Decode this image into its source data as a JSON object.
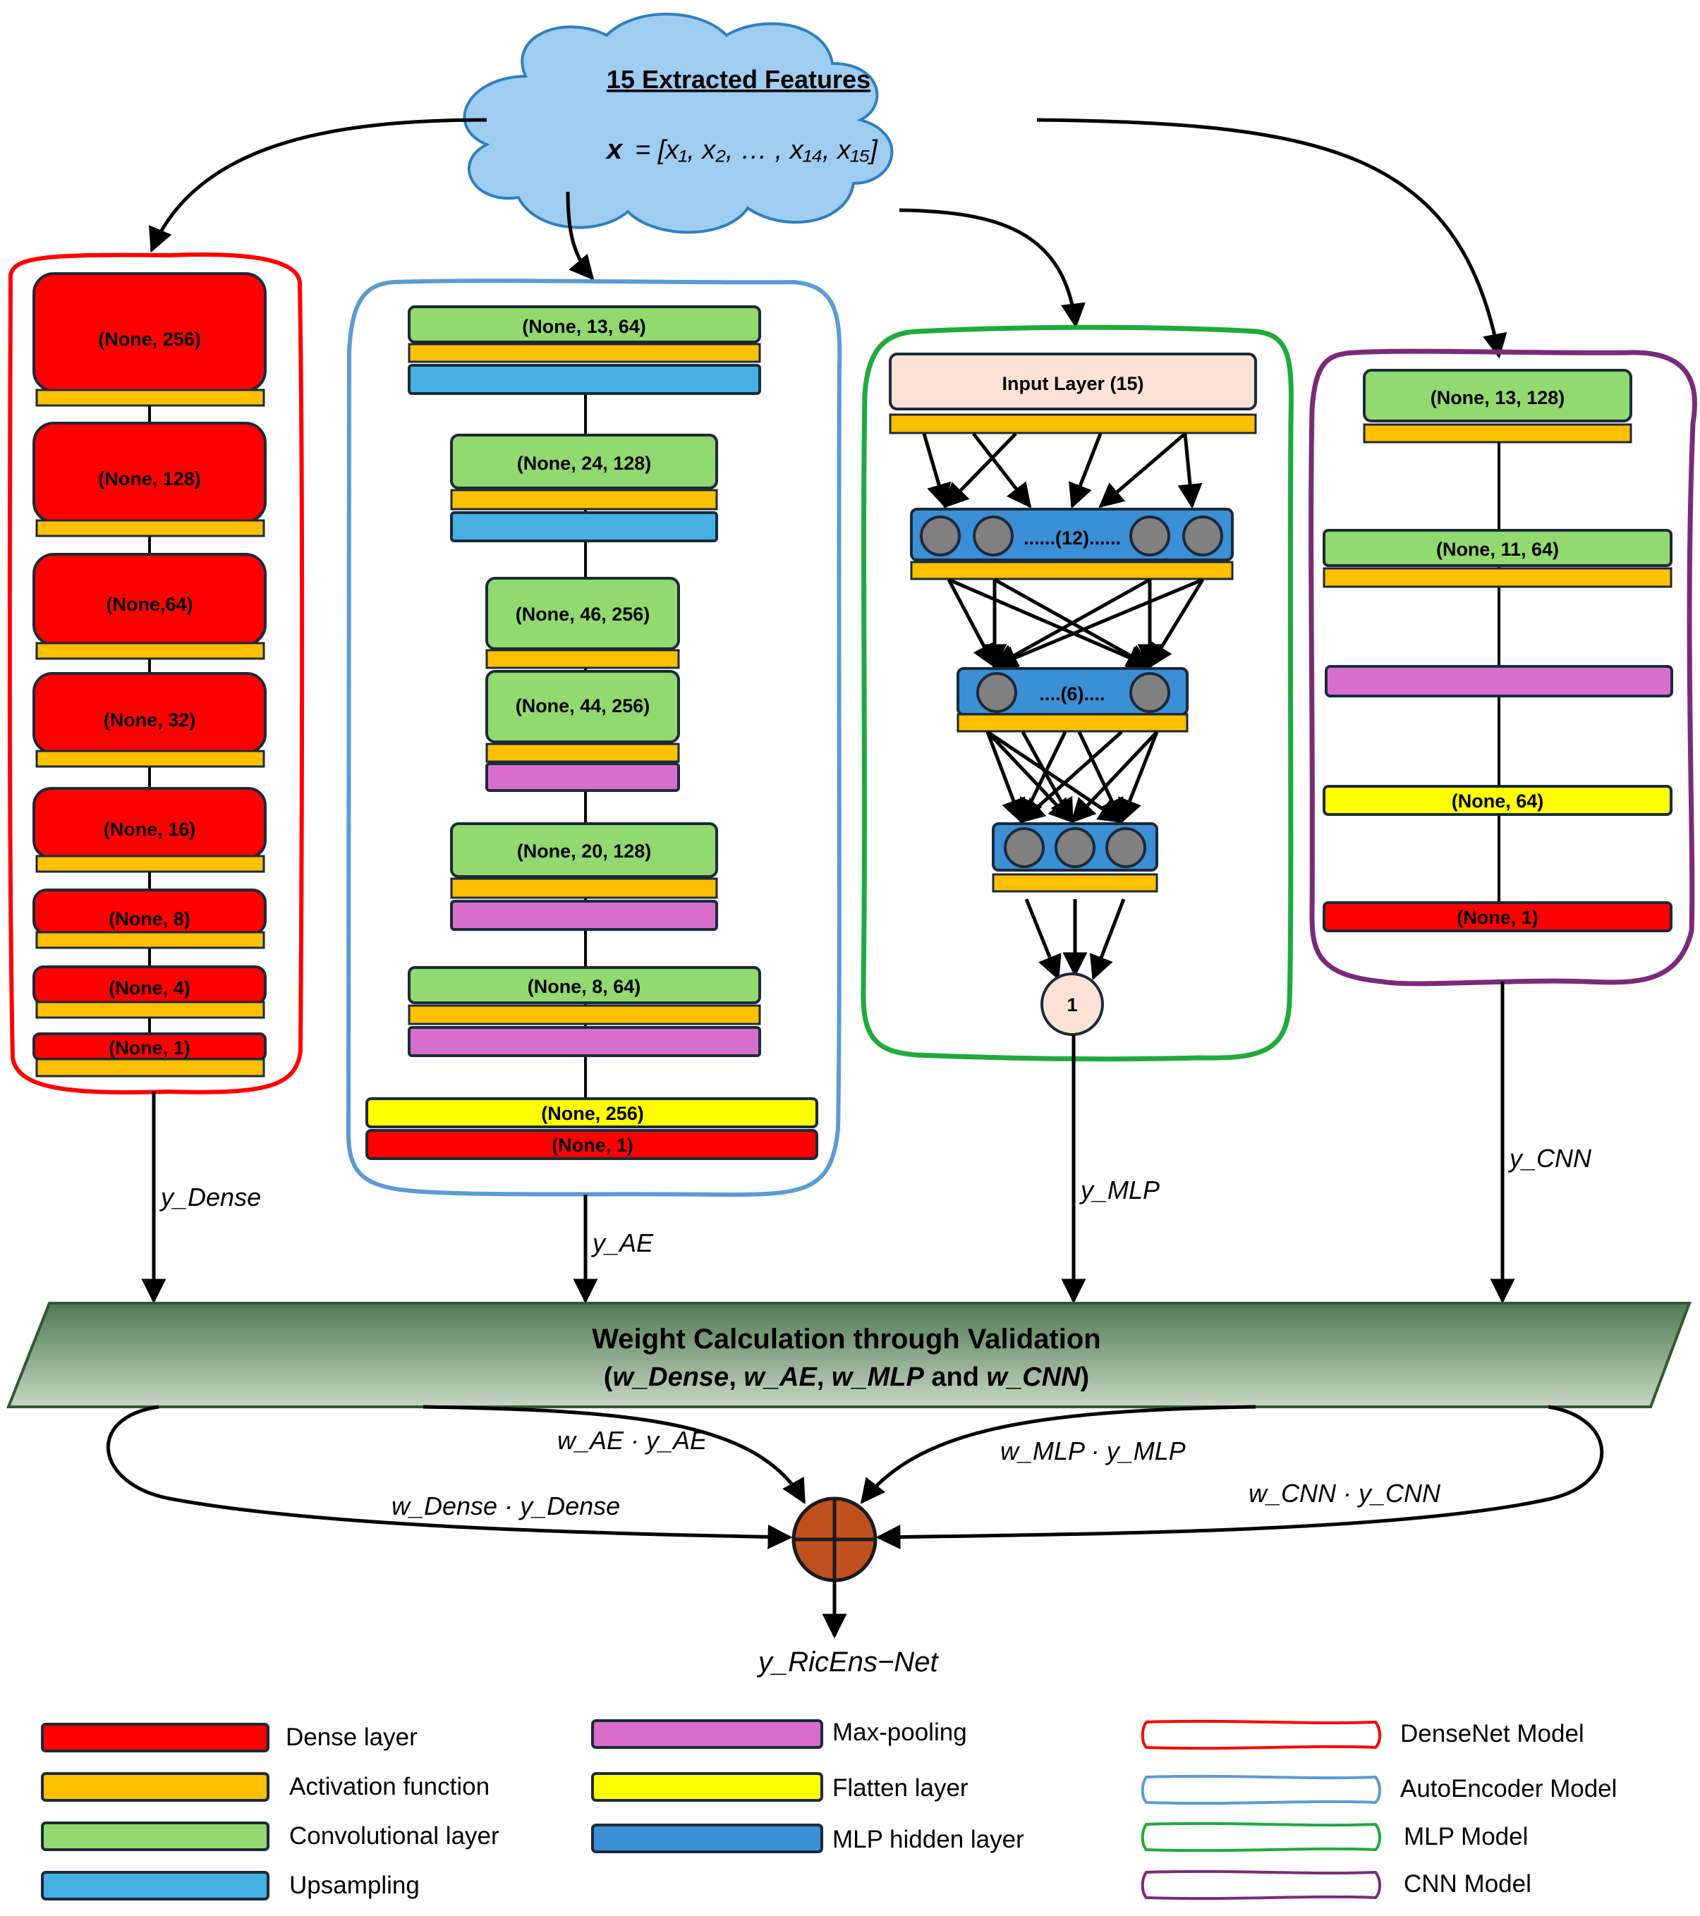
{
  "features": {
    "title": "15 Extracted Features",
    "vector_lhs": "x",
    "vector_rhs": "= [x₁, x₂, … , x₁₄, x₁₅]"
  },
  "dense_model": {
    "layers": [
      "(None, 256)",
      "(None, 128)",
      "(None,64)",
      "(None, 32)",
      "(None, 16)",
      "(None, 8)",
      "(None, 4)",
      "(None, 1)"
    ],
    "output": "y_Dense"
  },
  "ae_model": {
    "layers": [
      "(None, 13, 64)",
      "(None, 24, 128)",
      "(None, 46, 256)",
      "(None, 44, 256)",
      "(None, 20, 128)",
      "(None, 8, 64)",
      "(None, 256)",
      "(None, 1)"
    ],
    "output": "y_AE"
  },
  "mlp_model": {
    "input_label": "Input Layer (15)",
    "hidden1_label": "......(12)......",
    "hidden2_label": "....(6)....",
    "output_node": "1",
    "output": "y_MLP"
  },
  "cnn_model": {
    "layers": [
      "(None, 13, 128)",
      "(None, 11, 64)",
      "(None, 64)",
      "(None, 1)"
    ],
    "output": "y_CNN"
  },
  "weights": {
    "title": "Weight Calculation through Validation",
    "subtitle_prefix": "(",
    "w_dense": "w_Dense",
    "sep1": ", ",
    "w_ae": "w_AE",
    "sep2": ", ",
    "w_mlp": "w_MLP",
    "and": " and ",
    "w_cnn": "w_CNN",
    "subtitle_suffix": ")"
  },
  "products": {
    "dense": "w_Dense · y_Dense",
    "ae": "w_AE · y_AE",
    "mlp": "w_MLP · y_MLP",
    "cnn": "w_CNN · y_CNN"
  },
  "final_output": "y_RicEns−Net",
  "legend": {
    "dense_layer": "Dense layer",
    "activation": "Activation function",
    "conv": "Convolutional layer",
    "upsampling": "Upsampling",
    "maxpool": "Max-pooling",
    "flatten": "Flatten layer",
    "mlp_hidden": "MLP hidden layer",
    "densenet_model": "DenseNet Model",
    "autoencoder_model": "AutoEncoder Model",
    "mlp_model": "MLP Model",
    "cnn_model": "CNN Model"
  },
  "colors": {
    "dense": "#ff0000",
    "activation": "#ffc000",
    "conv": "#92d96f",
    "upsampling": "#45b0e1",
    "maxpool": "#d86ecc",
    "flatten": "#ffff00",
    "mlp_hidden": "#3b8fd4",
    "densenet_border": "#ff0000",
    "ae_border": "#5b9bd5",
    "mlp_border": "#1faa3c",
    "cnn_border": "#7b2a7b",
    "cloud": "#9fcdf2",
    "weight_box": "#7fa07f",
    "sum_node": "#c0501e",
    "input_layer": "#fbe2d5"
  }
}
